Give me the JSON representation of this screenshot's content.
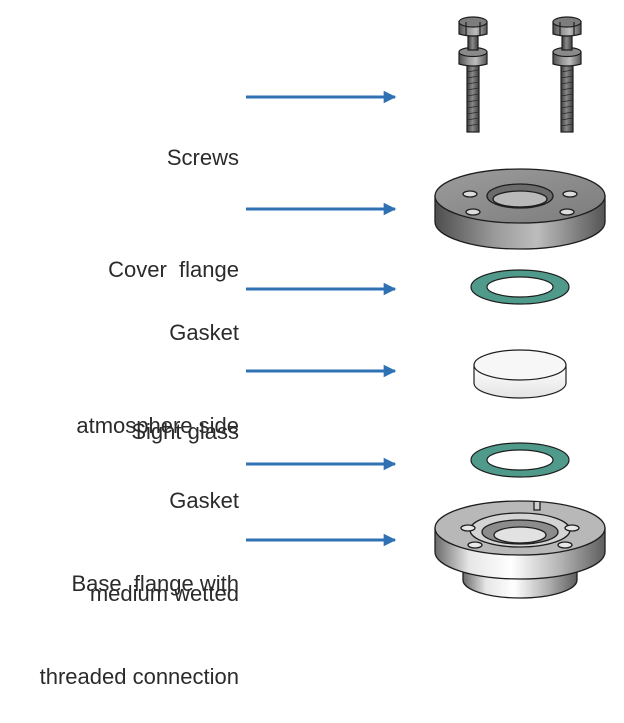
{
  "labels": [
    {
      "id": "screws",
      "lines": [
        "Screws"
      ]
    },
    {
      "id": "cover-flange",
      "lines": [
        "Cover  flange"
      ]
    },
    {
      "id": "gasket-atmosphere",
      "lines": [
        "Gasket",
        "atmosphere side"
      ]
    },
    {
      "id": "sight-glass",
      "lines": [
        "Sight glass"
      ]
    },
    {
      "id": "gasket-medium",
      "lines": [
        "Gasket",
        "medium wetted"
      ]
    },
    {
      "id": "base-flange",
      "lines": [
        "Base  flange with",
        "threaded connection"
      ]
    }
  ],
  "colors": {
    "text": "#2b2b2b",
    "arrow": "#2f72b4",
    "metal_dark": "#5a5a5a",
    "metal_mid": "#8e8e8e",
    "metal_light": "#c8c8c8",
    "gasket": "#4f9a8b",
    "glass": "#f2f2f2",
    "outline": "#1e1e1e"
  }
}
